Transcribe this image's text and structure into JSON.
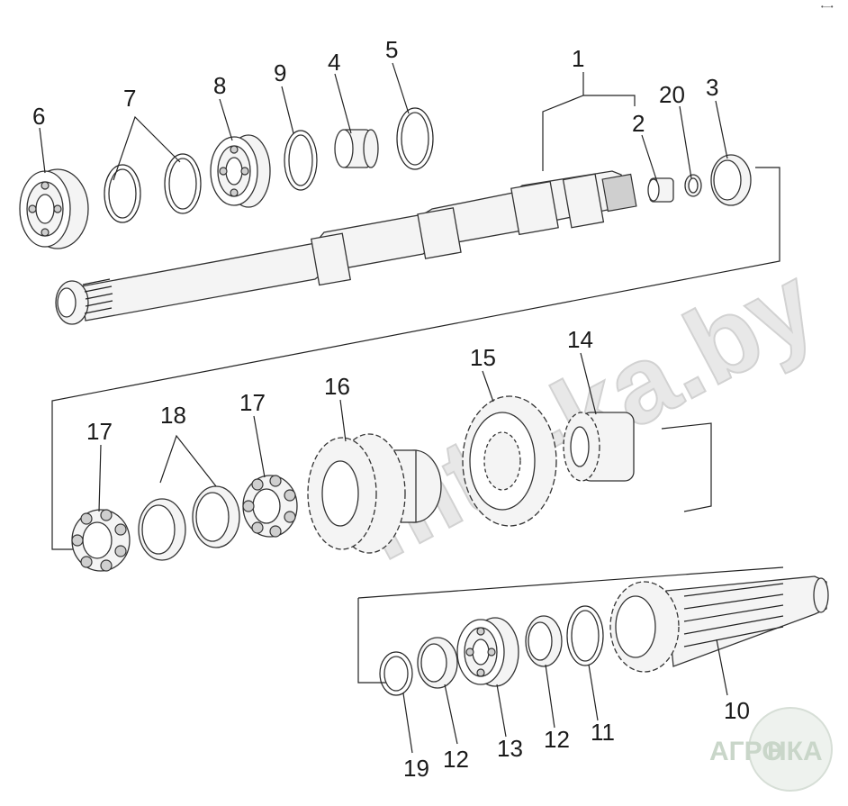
{
  "watermark": {
    "text": "mtz-ka.by"
  },
  "corner_mark": "•—•",
  "logo": {
    "text_left": "АГРО",
    "text_right": "НКА"
  },
  "callouts": {
    "c1": "1",
    "c2": "2",
    "c20": "20",
    "c3": "3",
    "c4": "4",
    "c5": "5",
    "c6": "6",
    "c7": "7",
    "c8": "8",
    "c9": "9",
    "c10": "10",
    "c11": "11",
    "c12a": "12",
    "c12b": "12",
    "c13": "13",
    "c14": "14",
    "c15": "15",
    "c16": "16",
    "c17a": "17",
    "c17b": "17",
    "c18": "18",
    "c19": "19"
  },
  "colors": {
    "line": "#222222",
    "part_fill": "#f4f4f4",
    "logo": "#c9d6c9"
  }
}
